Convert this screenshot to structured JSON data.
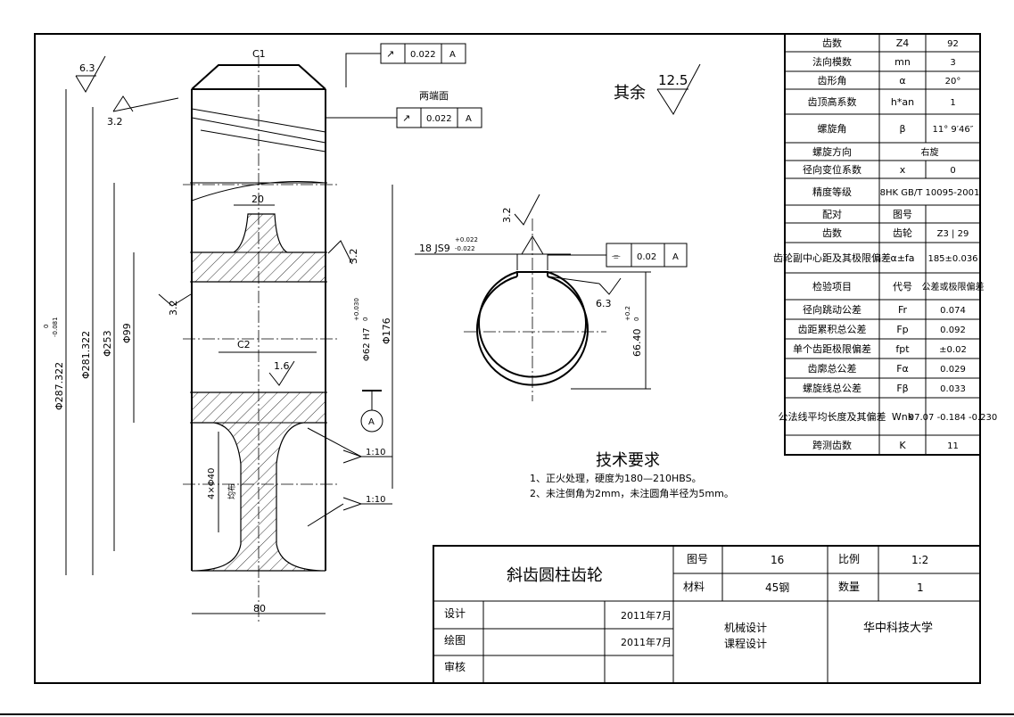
{
  "drawing": {
    "roughness_corner": "6.3",
    "roughness_left": "3.2",
    "chamfer_top": "C1",
    "chamfer_hub": "C2",
    "geo_tol_top": {
      "symbol": "↗",
      "value": "0.022",
      "datum": "A"
    },
    "both_ends_label": "两端面",
    "geo_tol_end": {
      "symbol": "↗",
      "value": "0.022",
      "datum": "A"
    },
    "rest_roughness_label": "其余",
    "rest_roughness_value": "12.5",
    "dim_web": "20",
    "roughness_web": "3.2",
    "roughness_bore_left": "3.2",
    "roughness_hub": "1.6",
    "dim_width": "80",
    "dim_od": "Φ287.322",
    "dim_od_tol_upper": "0",
    "dim_od_tol_lower": "-0.081",
    "dim_root": "Φ281.322",
    "dim_253": "Φ253",
    "dim_99": "Φ99",
    "dim_bore": "Φ62 H7",
    "dim_bore_tol_upper": "+0.030",
    "dim_bore_tol_lower": "0",
    "dim_176": "Φ176",
    "dim_holes": "4×Φ40",
    "dim_holes_note": "均布",
    "datum": "A",
    "taper_1": "1:10",
    "taper_2": "1:10",
    "keyway_width": "18 JS9",
    "keyway_tol_upper": "+0.022",
    "keyway_tol_lower": "-0.022",
    "keyway_roughness": "3.2",
    "sym_tol": {
      "symbol": "⌯",
      "value": "0.02",
      "datum": "A"
    },
    "keyway_roughness_2": "6.3",
    "keyway_depth": "66.40",
    "keyway_depth_tol_upper": "+0.2",
    "keyway_depth_tol_lower": "0"
  },
  "params_table": [
    {
      "name": "齿数",
      "code": "Z4",
      "value": "92"
    },
    {
      "name": "法向模数",
      "code": "mn",
      "value": "3"
    },
    {
      "name": "齿形角",
      "code": "α",
      "value": "20°"
    },
    {
      "name": "齿顶高系数",
      "code": "h*an",
      "value": "1"
    },
    {
      "name": "螺旋角",
      "code": "β",
      "value": "11° 9′46″"
    },
    {
      "name": "螺旋方向",
      "code": "",
      "value": "右旋"
    },
    {
      "name": "径向变位系数",
      "code": "x",
      "value": "0"
    },
    {
      "name": "精度等级",
      "code": "",
      "value": "8HK GB/T 10095-2001"
    },
    {
      "name": "配对",
      "code": "图号",
      "value": ""
    },
    {
      "name": "齿数",
      "code": "齿轮",
      "value": "Z3 | 29"
    },
    {
      "name": "齿轮副中心距及其极限偏差",
      "code": "α±fa",
      "value": "185±0.036"
    },
    {
      "name": "检验项目",
      "code": "代号",
      "value": "公差或极限偏差"
    },
    {
      "name": "径向跳动公差",
      "code": "Fr",
      "value": "0.074"
    },
    {
      "name": "齿距累积总公差",
      "code": "Fp",
      "value": "0.092"
    },
    {
      "name": "单个齿距极限偏差",
      "code": "fpt",
      "value": "±0.02"
    },
    {
      "name": "齿廓总公差",
      "code": "Fα",
      "value": "0.029"
    },
    {
      "name": "螺旋线总公差",
      "code": "Fβ",
      "value": "0.033"
    },
    {
      "name": "公法线平均长度及其偏差",
      "code": "Wnk",
      "value": "97.07 -0.184 -0.230"
    },
    {
      "name": "跨测齿数",
      "code": "K",
      "value": "11"
    }
  ],
  "tech_req": {
    "title": "技术要求",
    "items": [
      "1、正火处理，硬度为180—210HBS。",
      "2、未注倒角为2mm，未注圆角半径为5mm。"
    ]
  },
  "title_block": {
    "part_name": "斜齿圆柱齿轮",
    "drawing_no_label": "图号",
    "drawing_no": "16",
    "scale_label": "比例",
    "scale": "1:2",
    "material_label": "材料",
    "material": "45钢",
    "qty_label": "数量",
    "qty": "1",
    "design_label": "设计",
    "design_date": "2011年7月",
    "draw_label": "绘图",
    "draw_date": "2011年7月",
    "review_label": "审核",
    "course_line1": "机械设计",
    "course_line2": "课程设计",
    "school": "华中科技大学"
  }
}
